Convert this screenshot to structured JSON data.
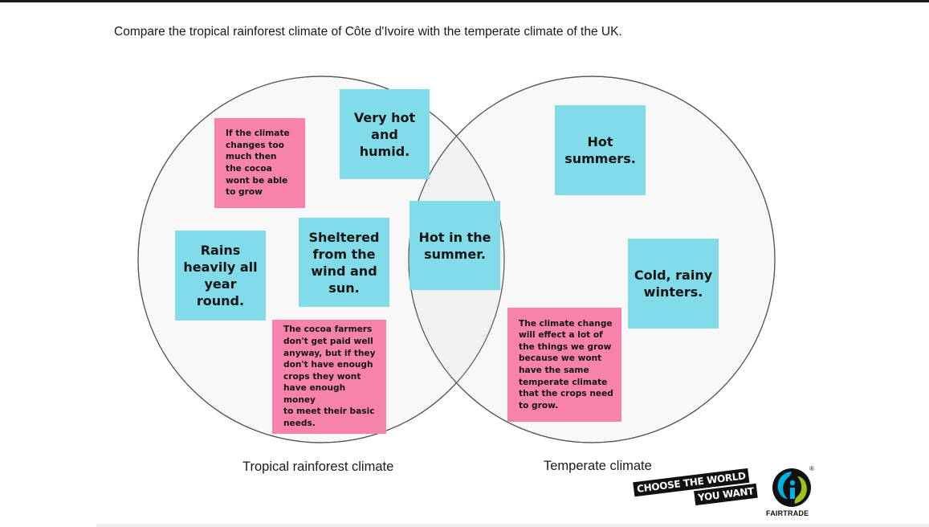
{
  "question": "Compare the tropical rainforest climate of Côte d'Ivoire with the temperate climate of the UK.",
  "circles": {
    "left_label": "Tropical rainforest climate",
    "right_label": "Temperate climate"
  },
  "notes": {
    "very_hot": [
      "Very hot",
      "and",
      "humid."
    ],
    "cocoa_change": [
      "If the climate",
      "changes too",
      "much then",
      "the cocoa",
      "wont be able",
      "to grow"
    ],
    "rains": [
      "Rains",
      "heavily all",
      "year",
      "round."
    ],
    "sheltered": [
      "Sheltered",
      "from the",
      "wind and",
      "sun."
    ],
    "hot_summer_shared": [
      "Hot in the",
      "summer."
    ],
    "farmers": [
      "The cocoa farmers",
      "don't get paid well",
      "anyway, but if they",
      "don't have enough",
      "crops they wont",
      "have enough money",
      "to meet their basic",
      "needs."
    ],
    "hot_summers": [
      "Hot",
      "summers."
    ],
    "cold_winters": [
      "Cold, rainy",
      "winters."
    ],
    "climate_effect": [
      "The climate change",
      "will effect a lot of",
      "the things we grow",
      "because we wont",
      "have the same",
      "temperate climate",
      "that the crops need",
      "to grow."
    ]
  },
  "branding": {
    "slogan_line1": "CHOOSE THE WORLD",
    "slogan_line2": "YOU WANT",
    "logo_name": "FAIRTRADE",
    "registered_mark": "®"
  },
  "colors": {
    "sticky_blue": "#81dbe8",
    "sticky_pink": "#f783ad",
    "circle_fill": "#f8f8f8",
    "circle_stroke": "#555555",
    "fairtrade_blue": "#00b0e6",
    "fairtrade_green": "#9bc31c",
    "fairtrade_black": "#111111"
  }
}
